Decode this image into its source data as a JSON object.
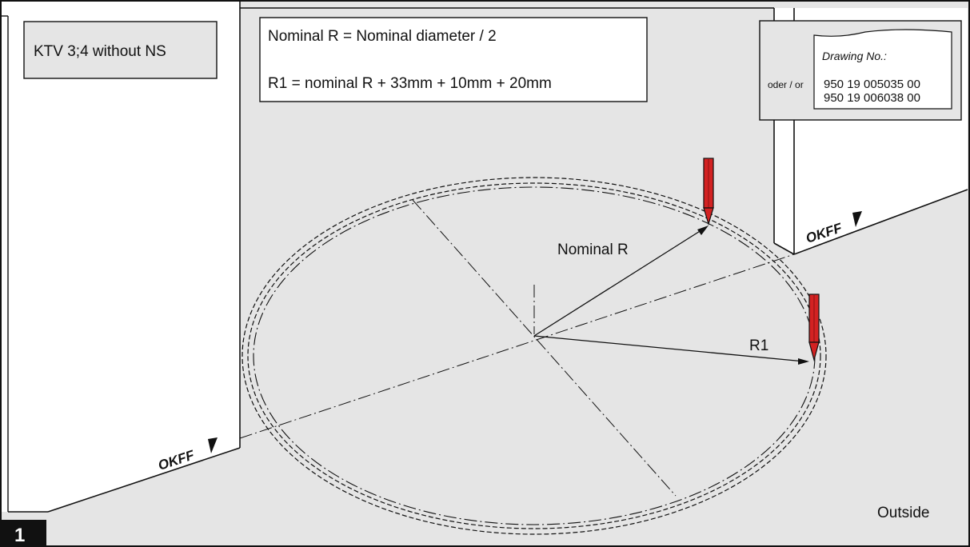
{
  "label_box": {
    "text": "KTV 3;4 without NS"
  },
  "formula_box": {
    "line1": "Nominal R = Nominal diameter / 2",
    "line2": "R1 = nominal R + 33mm + 10mm + 20mm"
  },
  "drawing_tag": {
    "title": "Drawing No.:",
    "prefix": "oder / or",
    "numbers": [
      "950 19 005035 00",
      "950 19 006038 00"
    ]
  },
  "floor_marks": {
    "left": "OKFF",
    "right": "OKFF"
  },
  "radius_labels": {
    "nominal": "Nominal R",
    "r1": "R1"
  },
  "outside_label": "Outside",
  "figure_number": "1",
  "colors": {
    "floor": "#e5e5e5",
    "wall": "#ffffff",
    "pencil": "#d32222",
    "ink": "#111111"
  }
}
